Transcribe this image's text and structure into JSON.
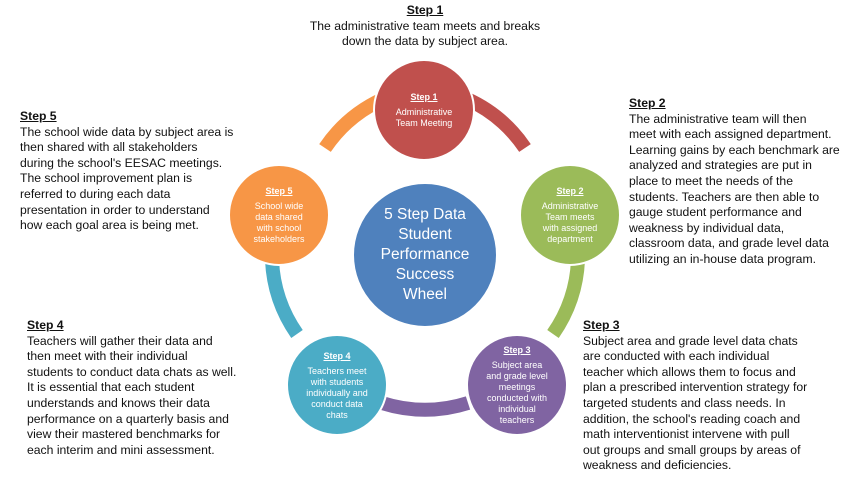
{
  "steps": [
    {
      "heading": "Step 1",
      "description": "The administrative team meets and breaks down the data by subject area.",
      "node_label": "Step 1",
      "node_text": "Administrative\nTeam Meeting",
      "color": "#C0504D"
    },
    {
      "heading": "Step 2",
      "description": "The administrative team will then\nmeet with each assigned department.\nLearning gains by each benchmark are\nanalyzed and strategies are put in\nplace to meet the needs of the\nstudents.  Teachers are then able to\ngauge student performance and\nweakness by individual data,\nclassroom data, and grade level data\nutilizing an in-house data program.",
      "node_label": "Step 2",
      "node_text": "Administrative\nTeam meets\nwith assigned\ndepartment",
      "color": "#9BBB59"
    },
    {
      "heading": "Step 3",
      "description": "Subject area and grade level data chats\nare conducted with each individual\nteacher which allows them to focus and\nplan a prescribed intervention strategy for\ntargeted students and class needs.  In\naddition, the school's reading coach and\nmath interventionist intervene with pull\nout groups and small groups by areas of\nweakness and deficiencies.",
      "node_label": "Step 3",
      "node_text": "Subject area\nand grade level\nmeetings\nconducted with\nindividual\nteachers",
      "color": "#8064A2"
    },
    {
      "heading": "Step 4",
      "description": "Teachers will gather their data and\nthen meet with their individual\nstudents to conduct data chats as well.\nIt is essential that each student\nunderstands and knows their data\nperformance on a quarterly basis and\nview their mastered benchmarks for\neach interim and mini assessment.",
      "node_label": "Step 4",
      "node_text": "Teachers meet\nwith students\nindividually and\nconduct data\nchats",
      "color": "#4BACC6"
    },
    {
      "heading": "Step 5",
      "description": "The school wide data by subject area is\nthen shared with all stakeholders\nduring the school's EESAC meetings.\nThe school improvement plan is\nreferred to during each data\npresentation in order to understand\nhow each goal area is being met.",
      "node_label": "Step 5",
      "node_text": "School wide\ndata shared\nwith school\nstakeholders",
      "color": "#F79646"
    }
  ],
  "center": {
    "title": "5 Step Data\nStudent\nPerformance\nSuccess\nWheel",
    "color": "#4F81BD"
  }
}
